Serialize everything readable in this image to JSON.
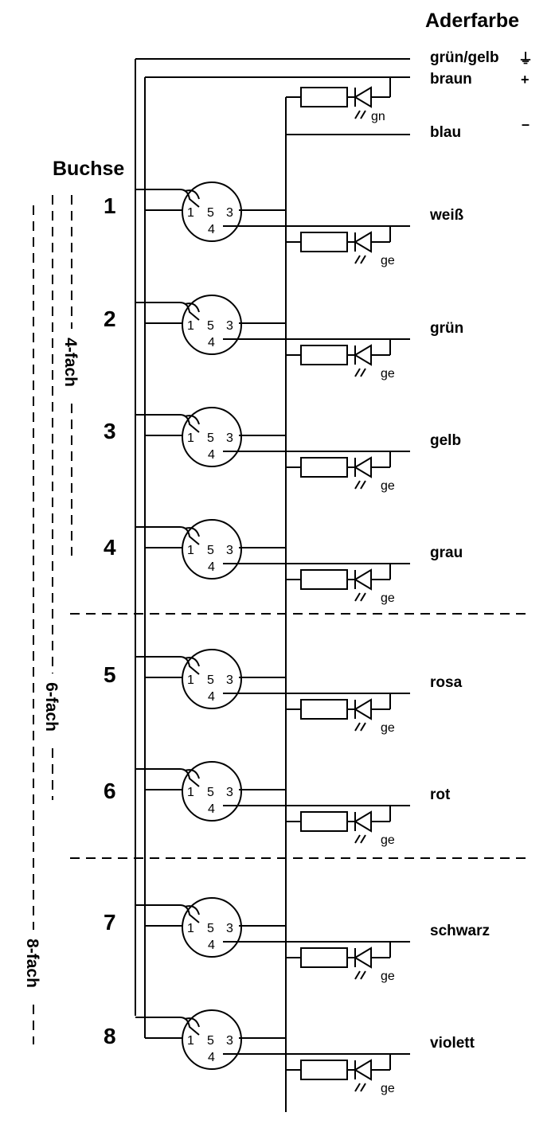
{
  "header": {
    "aderfarbe": "Aderfarbe",
    "buchse": "Buchse"
  },
  "supply_wires": [
    {
      "color": "grün/gelb",
      "symbol": "⏚"
    },
    {
      "color": "braun",
      "symbol": "+"
    },
    {
      "color": "blau",
      "symbol": "–"
    }
  ],
  "top_led_label": "gn",
  "led_label": "ge",
  "pins": {
    "p1": "1",
    "p5": "5",
    "p3": "3",
    "p4": "4"
  },
  "sockets": [
    {
      "number": "1",
      "wire": "weiß"
    },
    {
      "number": "2",
      "wire": "grün"
    },
    {
      "number": "3",
      "wire": "gelb"
    },
    {
      "number": "4",
      "wire": "grau"
    },
    {
      "number": "5",
      "wire": "rosa"
    },
    {
      "number": "6",
      "wire": "rot"
    },
    {
      "number": "7",
      "wire": "schwarz"
    },
    {
      "number": "8",
      "wire": "violett"
    }
  ],
  "variants": [
    {
      "label": "4-fach",
      "sockets": 4
    },
    {
      "label": "6-fach",
      "sockets": 6
    },
    {
      "label": "8-fach",
      "sockets": 8
    }
  ]
}
